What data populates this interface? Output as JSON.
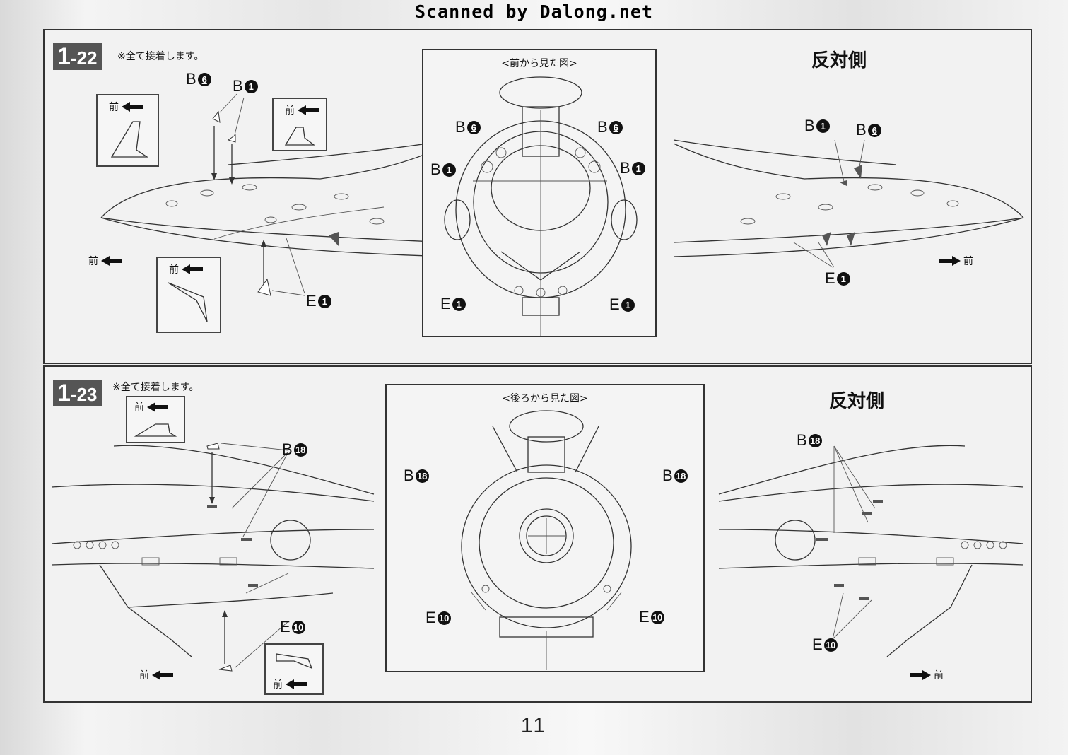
{
  "header": {
    "scan_credit": "Scanned by Dalong.net"
  },
  "page_number": "11",
  "common": {
    "front": "前",
    "opposite_side": "反対側",
    "note": "※全て接着します。"
  },
  "step_a": {
    "major": "1",
    "minor": "-22",
    "view_title": "<前から見た図>",
    "labels": {
      "b6": "B",
      "b1": "B",
      "e1": "E",
      "n6": "6",
      "n1": "1"
    }
  },
  "step_b": {
    "major": "1",
    "minor": "-23",
    "view_title": "<後ろから見た図>",
    "labels": {
      "b18": "B",
      "e10": "E",
      "n18": "18",
      "n10": "10"
    }
  }
}
